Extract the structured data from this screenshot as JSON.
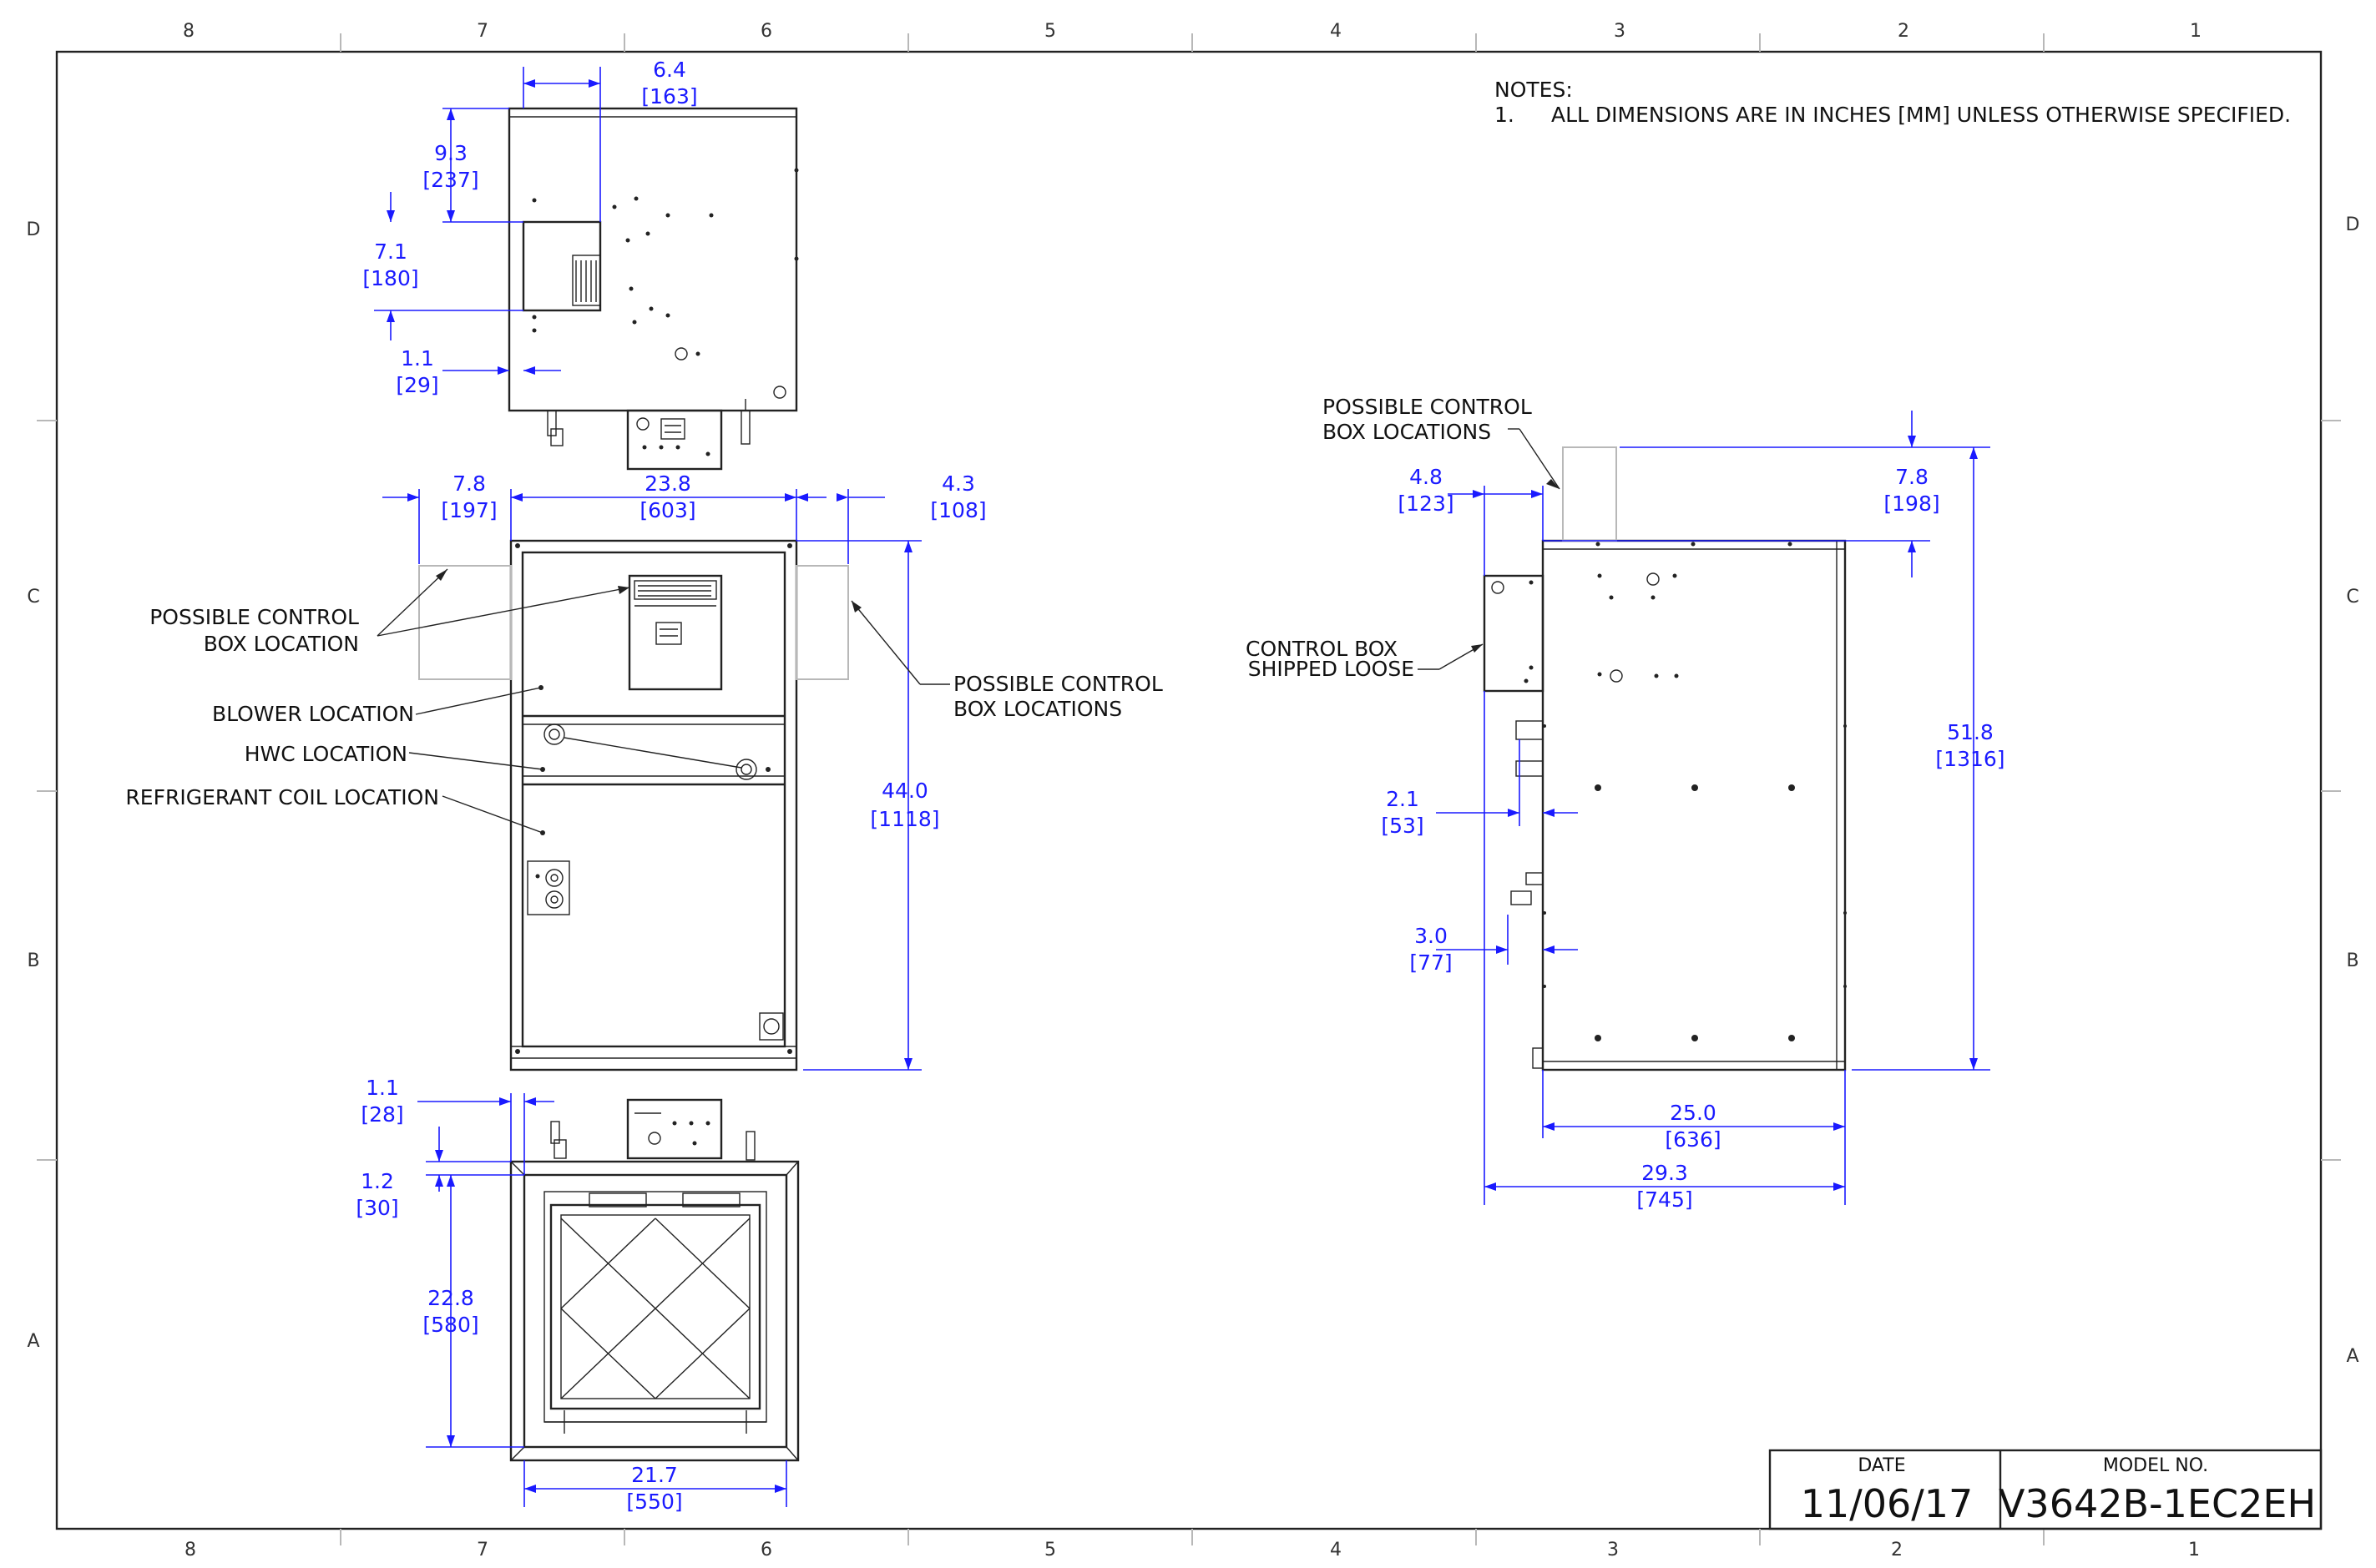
{
  "zones": {
    "columns": [
      "8",
      "7",
      "6",
      "5",
      "4",
      "3",
      "2",
      "1"
    ],
    "rows": [
      "D",
      "C",
      "B",
      "A"
    ]
  },
  "notes": {
    "title": "NOTES:",
    "items": [
      {
        "number": "1.",
        "text": "ALL DIMENSIONS ARE IN INCHES [MM] UNLESS OTHERWISE SPECIFIED."
      }
    ]
  },
  "labels": {
    "possible_control_box_location_l1": "POSSIBLE CONTROL",
    "possible_control_box_location_l2": "BOX LOCATION",
    "possible_control_box_locations_right_l1": "POSSIBLE CONTROL",
    "possible_control_box_locations_right_l2": "BOX LOCATIONS",
    "blower_location": "BLOWER LOCATION",
    "hwc_location": "HWC LOCATION",
    "refrigerant_coil_location": "REFRIGERANT COIL LOCATION",
    "side_possible_control_l1": "POSSIBLE CONTROL",
    "side_possible_control_l2": "BOX LOCATIONS",
    "control_box_shipped_l1": "CONTROL BOX",
    "control_box_shipped_l2": "SHIPPED LOOSE"
  },
  "dimensions": {
    "top_width_offset": {
      "in": "6.4",
      "mm": "163"
    },
    "top_depth_offset": {
      "in": "9.3",
      "mm": "237"
    },
    "top_box_height": {
      "in": "7.1",
      "mm": "180"
    },
    "top_box_edge": {
      "in": "1.1",
      "mm": "29"
    },
    "front_left_box": {
      "in": "7.8",
      "mm": "197"
    },
    "front_width": {
      "in": "23.8",
      "mm": "603"
    },
    "front_right_box": {
      "in": "4.3",
      "mm": "108"
    },
    "front_height": {
      "in": "44.0",
      "mm": "1118"
    },
    "bottom_edge": {
      "in": "1.1",
      "mm": "28"
    },
    "bottom_offset": {
      "in": "1.2",
      "mm": "30"
    },
    "bottom_depth": {
      "in": "22.8",
      "mm": "580"
    },
    "bottom_width": {
      "in": "21.7",
      "mm": "550"
    },
    "side_box_offset": {
      "in": "4.8",
      "mm": "123"
    },
    "side_top_box": {
      "in": "7.8",
      "mm": "198"
    },
    "side_total_height": {
      "in": "51.8",
      "mm": "1316"
    },
    "side_pipe_upper": {
      "in": "2.1",
      "mm": "53"
    },
    "side_pipe_lower": {
      "in": "3.0",
      "mm": "77"
    },
    "side_depth": {
      "in": "25.0",
      "mm": "636"
    },
    "side_total_depth": {
      "in": "29.3",
      "mm": "745"
    }
  },
  "title_block": {
    "date_label": "DATE",
    "date_value": "11/06/17",
    "model_label": "MODEL NO.",
    "model_value": "V3642B-1EC2EH"
  }
}
